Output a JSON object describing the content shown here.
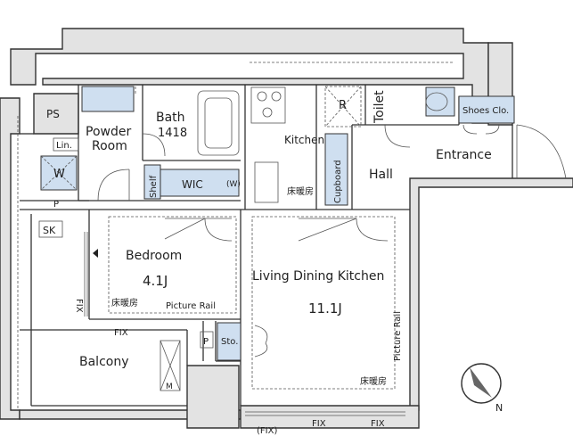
{
  "rooms": {
    "ps": "PS",
    "powder_room_1": "Powder",
    "powder_room_2": "Room",
    "bath_1": "Bath",
    "bath_2": "1418",
    "linen": "Lin.",
    "washer": "W",
    "pipe_space": "P",
    "sink": "SK",
    "shelf": "Shelf",
    "wic": "WIC",
    "wic_w": "(W)",
    "kitchen": "Kitchen",
    "fridge": "R",
    "cupboard": "Cupboard",
    "toilet": "Toilet",
    "shoes_closet": "Shoes Clo.",
    "entrance": "Entrance",
    "hall": "Hall",
    "bedroom": "Bedroom",
    "bedroom_size": "4.1J",
    "ldk": "Living Dining Kitchen",
    "ldk_size": "11.1J",
    "storage": "Sto.",
    "storage_p": "P",
    "balcony": "Balcony",
    "balcony_m": "M"
  },
  "notes": {
    "floor_heating": "床暖房",
    "picture_rail": "Picture Rail",
    "fix": "FIX",
    "fix_paren": "(FIX)"
  },
  "compass": {
    "north": "N"
  }
}
